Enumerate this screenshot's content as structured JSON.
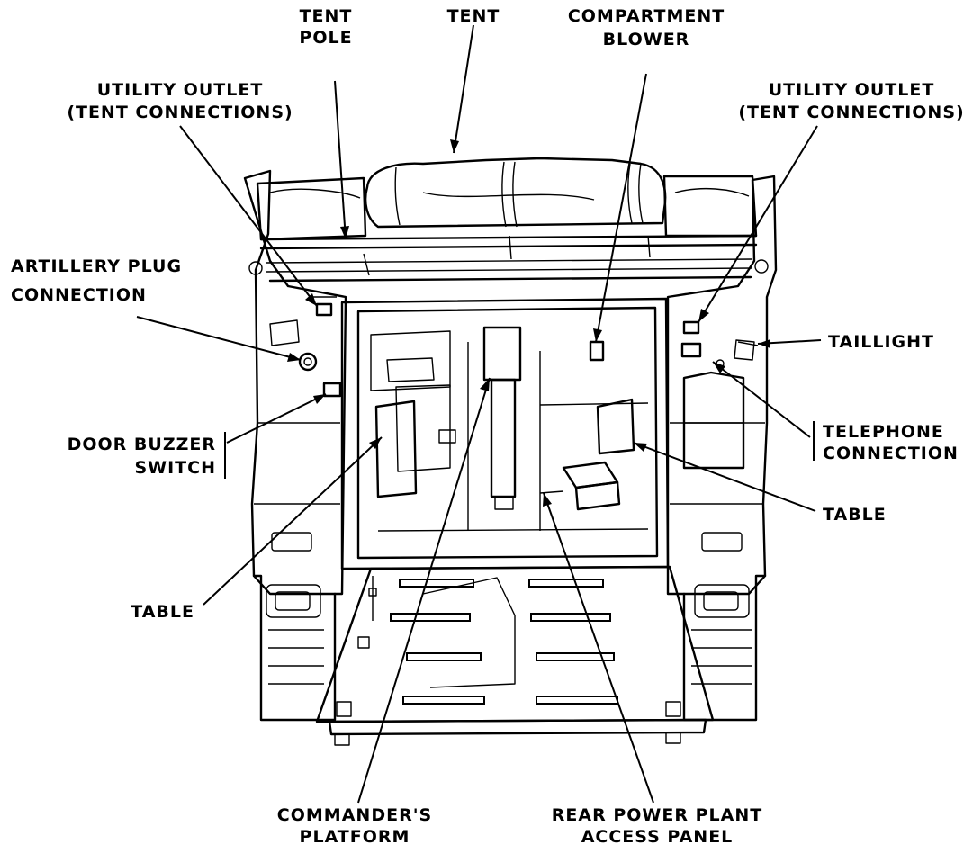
{
  "labels": {
    "tent_pole": [
      "TENT",
      "POLE"
    ],
    "tent": "TENT",
    "compartment_blower": [
      "COMPARTMENT",
      "BLOWER"
    ],
    "utility_outlet_left": [
      "UTILITY OUTLET",
      "(TENT CONNECTIONS)"
    ],
    "utility_outlet_right": [
      "UTILITY OUTLET",
      "(TENT CONNECTIONS)"
    ],
    "artillery_plug": [
      "ARTILLERY PLUG",
      "CONNECTION"
    ],
    "taillight": "TAILLIGHT",
    "door_buzzer": [
      "DOOR BUZZER",
      "SWITCH"
    ],
    "telephone": [
      "TELEPHONE",
      "CONNECTION"
    ],
    "table_right": "TABLE",
    "table_left": "TABLE",
    "commanders_platform": [
      "COMMANDER'S",
      "PLATFORM"
    ],
    "rear_power_plant": [
      "REAR POWER PLANT",
      "ACCESS PANEL"
    ]
  }
}
